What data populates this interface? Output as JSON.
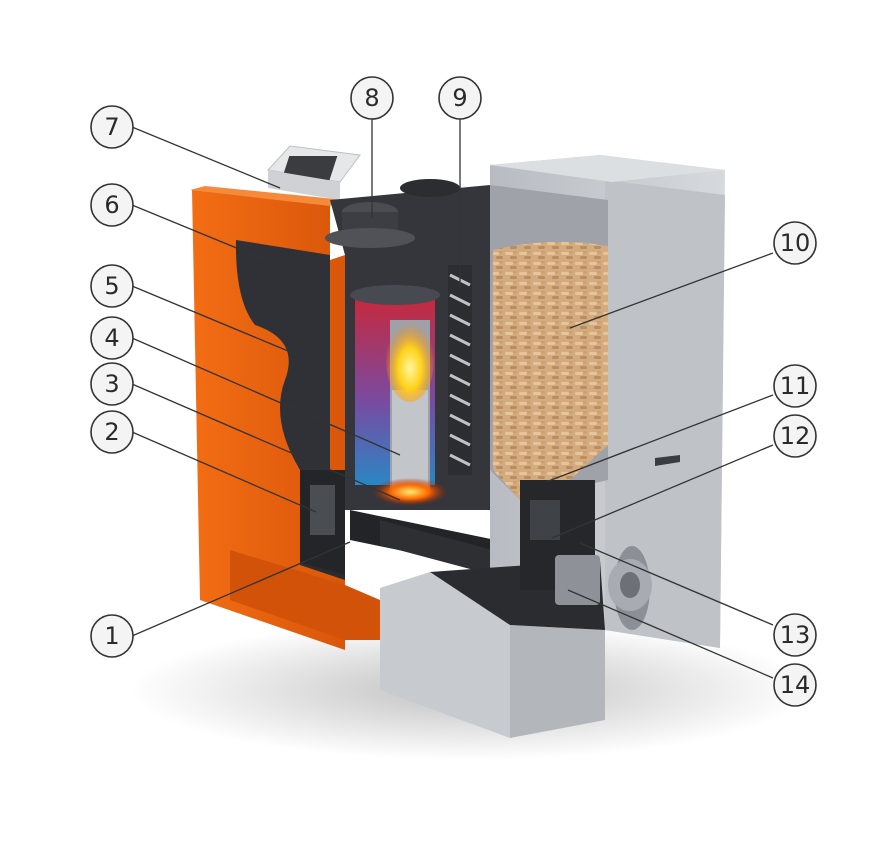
{
  "colors": {
    "casing_orange": "#e8600f",
    "hopper_grey": "#c9cdd2",
    "interior_dark": "#2f3136",
    "pellet_tan": "#d9b48a",
    "flame_yellow": "#ffd21a",
    "heat_red": "#c8283a",
    "cool_blue": "#2a86c4"
  },
  "callouts": [
    {
      "label": "1"
    },
    {
      "label": "2"
    },
    {
      "label": "3"
    },
    {
      "label": "4"
    },
    {
      "label": "5"
    },
    {
      "label": "6"
    },
    {
      "label": "7"
    },
    {
      "label": "8"
    },
    {
      "label": "9"
    },
    {
      "label": "10"
    },
    {
      "label": "11"
    },
    {
      "label": "12"
    },
    {
      "label": "13"
    },
    {
      "label": "14"
    }
  ]
}
